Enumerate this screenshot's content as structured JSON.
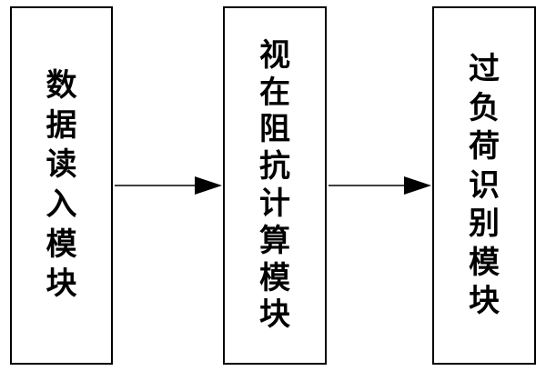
{
  "modules": [
    {
      "id": "data_read",
      "label": "数据读入模块"
    },
    {
      "id": "impedance_calc",
      "label": "视在阻抗计算模块"
    },
    {
      "id": "overload_identify",
      "label": "过负荷识别模块"
    }
  ],
  "connections": [
    {
      "from": "data_read",
      "to": "impedance_calc"
    },
    {
      "from": "impedance_calc",
      "to": "overload_identify"
    }
  ],
  "colors": {
    "stroke": "#000000",
    "background": "#ffffff",
    "text": "#000000"
  }
}
